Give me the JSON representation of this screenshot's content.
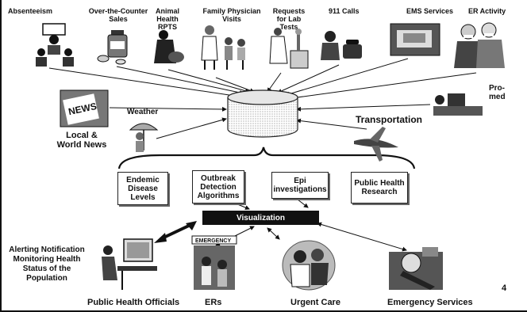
{
  "sources": {
    "absenteeism": "Absenteeism",
    "otc_sales": "Over-the-Counter Sales",
    "animal_health": "Animal Health RPTS",
    "family_physician": "Family Physician Visits",
    "lab_tests": "Requests for Lab Tests",
    "calls_911": "911 Calls",
    "ems": "EMS Services",
    "er_activity": "ER Activity",
    "promed": "Pro-med",
    "weather": "Weather",
    "news": "Local & World News",
    "transportation": "Transportation"
  },
  "analysis": {
    "endemic": "Endemic Disease Levels",
    "outbreak": "Outbreak Detection Algorithms",
    "epi": "Epi investigations",
    "research": "Public Health Research"
  },
  "visualization": "Visualization",
  "outputs": {
    "left_note": "Alerting Notification Monitoring Health Status of the Population",
    "officials": "Public Health Officials",
    "ers": "ERs",
    "urgent": "Urgent Care",
    "emergency": "Emergency Services"
  },
  "page_number": "4",
  "icon_text": {
    "news": "NEWS",
    "ers_sign": "EMERGENCY"
  }
}
